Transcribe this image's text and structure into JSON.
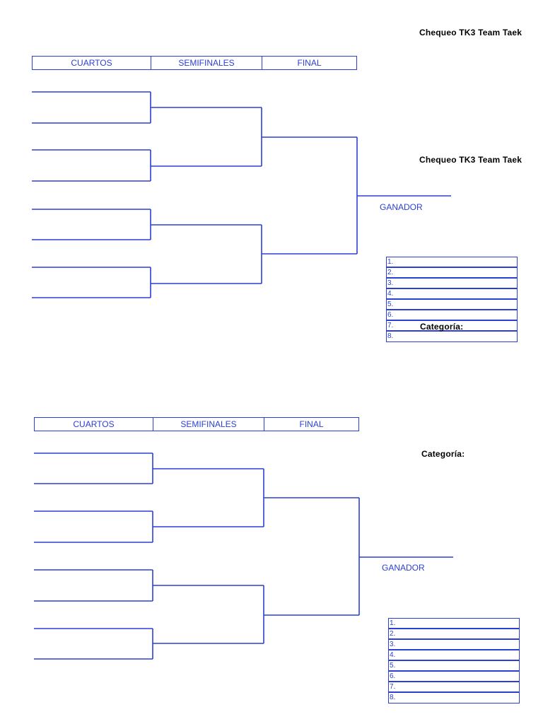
{
  "page": {
    "title_top": "Chequeo TK3 Team Taek",
    "title_mid": "Chequeo TK3 Team Taek",
    "category_label_1": "Categoría:",
    "category_label_2": "Categoría:"
  },
  "bracket_1": {
    "headers": [
      "CUARTOS",
      "SEMIFINALES",
      "FINAL"
    ],
    "winner_label": "GANADOR",
    "ranks": [
      "1.",
      "2.",
      "3.",
      "4.",
      "5.",
      "6.",
      "7.",
      "8."
    ]
  },
  "bracket_2": {
    "headers": [
      "CUARTOS",
      "SEMIFINALES",
      "FINAL"
    ],
    "winner_label": "GANADOR",
    "ranks": [
      "1.",
      "2.",
      "3.",
      "4.",
      "5.",
      "6.",
      "7.",
      "8."
    ]
  },
  "colors": {
    "bracket_blue": "#2b3fd4",
    "text_black": "#000000"
  }
}
